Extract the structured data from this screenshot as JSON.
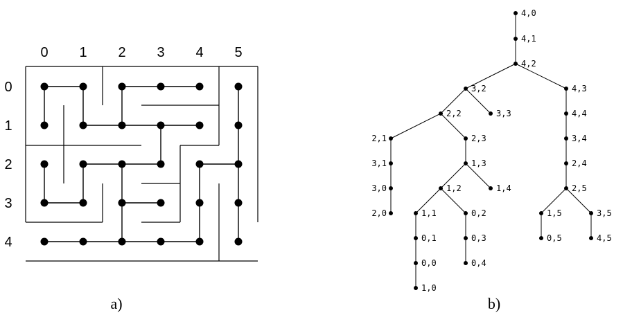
{
  "figure": {
    "caption_a": "a)",
    "caption_b": "b)"
  },
  "maze": {
    "column_labels": [
      "0",
      "1",
      "2",
      "3",
      "4",
      "5"
    ],
    "row_labels": [
      "0",
      "1",
      "2",
      "3",
      "4"
    ]
  },
  "tree": {
    "nodes": [
      {
        "id": "n40",
        "label": "4,0"
      },
      {
        "id": "n41",
        "label": "4,1"
      },
      {
        "id": "n42",
        "label": "4,2"
      },
      {
        "id": "n32",
        "label": "3,2"
      },
      {
        "id": "n43",
        "label": "4,3"
      },
      {
        "id": "n22",
        "label": "2,2"
      },
      {
        "id": "n33",
        "label": "3,3"
      },
      {
        "id": "n44",
        "label": "4,4"
      },
      {
        "id": "n21",
        "label": "2,1"
      },
      {
        "id": "n23",
        "label": "2,3"
      },
      {
        "id": "n34",
        "label": "3,4"
      },
      {
        "id": "n31",
        "label": "3,1"
      },
      {
        "id": "n13",
        "label": "1,3"
      },
      {
        "id": "n24",
        "label": "2,4"
      },
      {
        "id": "n30",
        "label": "3,0"
      },
      {
        "id": "n12",
        "label": "1,2"
      },
      {
        "id": "n14",
        "label": "1,4"
      },
      {
        "id": "n25",
        "label": "2,5"
      },
      {
        "id": "n20",
        "label": "2,0"
      },
      {
        "id": "n11",
        "label": "1,1"
      },
      {
        "id": "n02",
        "label": "0,2"
      },
      {
        "id": "n15",
        "label": "1,5"
      },
      {
        "id": "n35",
        "label": "3,5"
      },
      {
        "id": "n01",
        "label": "0,1"
      },
      {
        "id": "n03",
        "label": "0,3"
      },
      {
        "id": "n05",
        "label": "0,5"
      },
      {
        "id": "n45",
        "label": "4,5"
      },
      {
        "id": "n00",
        "label": "0,0"
      },
      {
        "id": "n04",
        "label": "0,4"
      },
      {
        "id": "n10",
        "label": "1,0"
      }
    ]
  }
}
